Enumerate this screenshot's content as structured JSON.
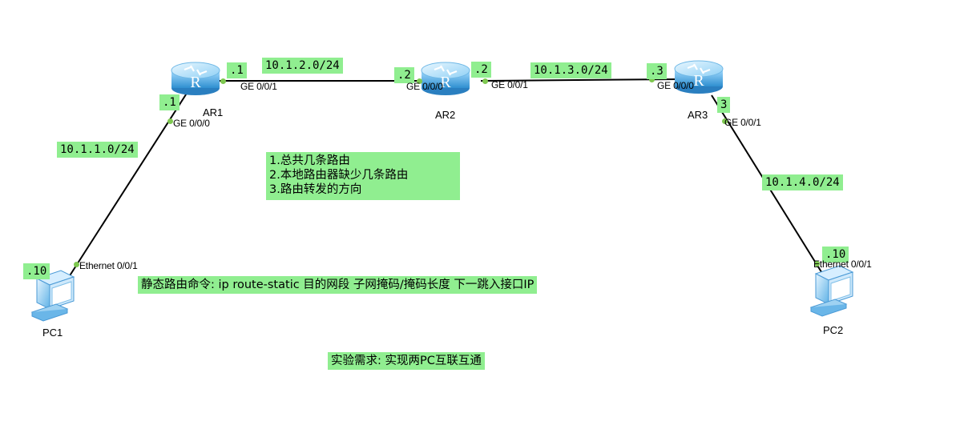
{
  "colors": {
    "label_bg": "#90ee90",
    "link_line": "#000000",
    "port_dot": "#7ec850",
    "router_body": "#5aaee0",
    "pc_body": "#8cc8f0"
  },
  "devices": {
    "ar1": {
      "name": "AR1",
      "icon": "router-icon"
    },
    "ar2": {
      "name": "AR2",
      "icon": "router-icon"
    },
    "ar3": {
      "name": "AR3",
      "icon": "router-icon"
    },
    "pc1": {
      "name": "PC1",
      "icon": "pc-icon"
    },
    "pc2": {
      "name": "PC2",
      "icon": "pc-icon"
    }
  },
  "networks": {
    "pc1_ar1": "10.1.1.0/24",
    "ar1_ar2": "10.1.2.0/24",
    "ar2_ar3": "10.1.3.0/24",
    "ar3_pc2": "10.1.4.0/24"
  },
  "host_ids": {
    "ar1_g000": ".1",
    "ar1_g001": ".1",
    "ar2_g000": ".2",
    "ar2_g001": ".2",
    "ar3_g000": ".3",
    "ar3_g001": "3",
    "pc1": ".10",
    "pc2": ".10"
  },
  "ports": {
    "ar1_g000": "GE 0/0/0",
    "ar1_g001": "GE 0/0/1",
    "ar2_g000": "GE 0/0/0",
    "ar2_g001": "GE 0/0/1",
    "ar3_g000": "GE 0/0/0",
    "ar3_g001": "GE 0/0/1",
    "pc1_eth": "Ethernet 0/0/1",
    "pc2_eth": "Ethernet 0/0/1"
  },
  "notes": {
    "questions": [
      "1.总共几条路由",
      "2.本地路由器缺少几条路由",
      "3.路由转发的方向"
    ],
    "command": "静态路由命令: ip route-static 目的网段  子网掩码/掩码长度   下一跳入接口IP",
    "requirement": "实验需求: 实现两PC互联互通"
  }
}
